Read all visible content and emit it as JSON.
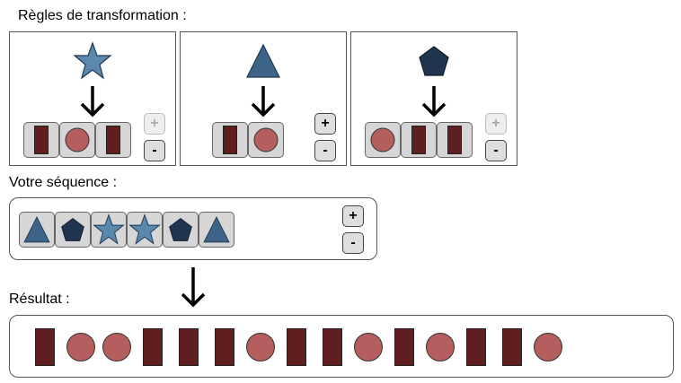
{
  "labels": {
    "rules": "Règles de transformation :",
    "sequence": "Votre séquence :",
    "result": "Résultat :"
  },
  "buttons": {
    "plus": "+",
    "minus": "-"
  },
  "colors": {
    "star": "#5b88ad",
    "triangle": "#3d6386",
    "pentagon": "#1f3550",
    "bar": "#5f1f1f",
    "circle": "#b55e5e",
    "tile_bg": "#d6d6d6"
  },
  "rules": [
    {
      "input_icon": "star-icon",
      "output": [
        "bar",
        "circle",
        "bar"
      ],
      "plus_enabled": false,
      "minus_enabled": true
    },
    {
      "input_icon": "triangle-icon",
      "output": [
        "bar",
        "circle"
      ],
      "plus_enabled": true,
      "minus_enabled": true
    },
    {
      "input_icon": "pentagon-icon",
      "output": [
        "circle",
        "bar",
        "bar"
      ],
      "plus_enabled": false,
      "minus_enabled": true
    }
  ],
  "sequence": [
    "triangle",
    "pentagon",
    "star",
    "star",
    "pentagon",
    "triangle"
  ],
  "result": [
    "bar",
    "circle",
    "circle",
    "bar",
    "bar",
    "bar",
    "circle",
    "bar",
    "bar",
    "circle",
    "bar",
    "circle",
    "bar",
    "bar",
    "circle"
  ]
}
